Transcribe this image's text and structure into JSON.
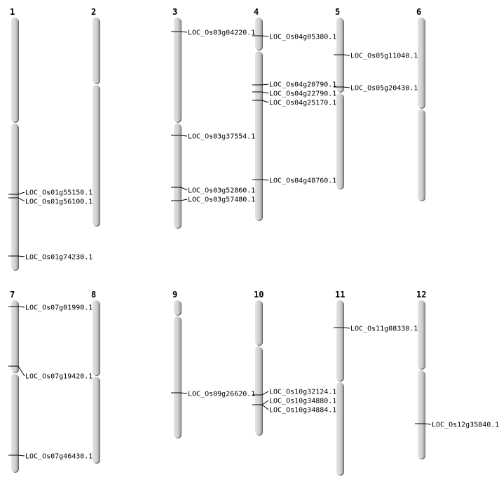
{
  "chromosomes": [
    {
      "label": "1",
      "genes": [
        "LOC_Os01g55150.1",
        "LOC_Os01g56100.1",
        "LOC_Os01g74230.1"
      ]
    },
    {
      "label": "2",
      "genes": []
    },
    {
      "label": "3",
      "genes": [
        "LOC_Os03g04220.1",
        "LOC_Os03g37554.1",
        "LOC_Os03g52860.1",
        "LOC_Os03g57480.1"
      ]
    },
    {
      "label": "4",
      "genes": [
        "LOC_Os04g05380.1",
        "LOC_Os04g20790.1",
        "LOC_Os04g22790.1",
        "LOC_Os04g25170.1",
        "LOC_Os04g48760.1"
      ]
    },
    {
      "label": "5",
      "genes": [
        "LOC_Os05g11040.1",
        "LOC_Os05g20430.1"
      ]
    },
    {
      "label": "6",
      "genes": []
    },
    {
      "label": "7",
      "genes": [
        "LOC_Os07g01990.1",
        "LOC_Os07g19420.1",
        "LOC_Os07g46430.1"
      ]
    },
    {
      "label": "8",
      "genes": []
    },
    {
      "label": "9",
      "genes": [
        "LOC_Os09g26620.1"
      ]
    },
    {
      "label": "10",
      "genes": [
        "LOC_Os10g32124.1",
        "LOC_Os10g34880.1",
        "LOC_Os10g34884.1"
      ]
    },
    {
      "label": "11",
      "genes": [
        "LOC_Os11g08330.1"
      ]
    },
    {
      "label": "12",
      "genes": [
        "LOC_Os12g35840.1"
      ]
    }
  ]
}
